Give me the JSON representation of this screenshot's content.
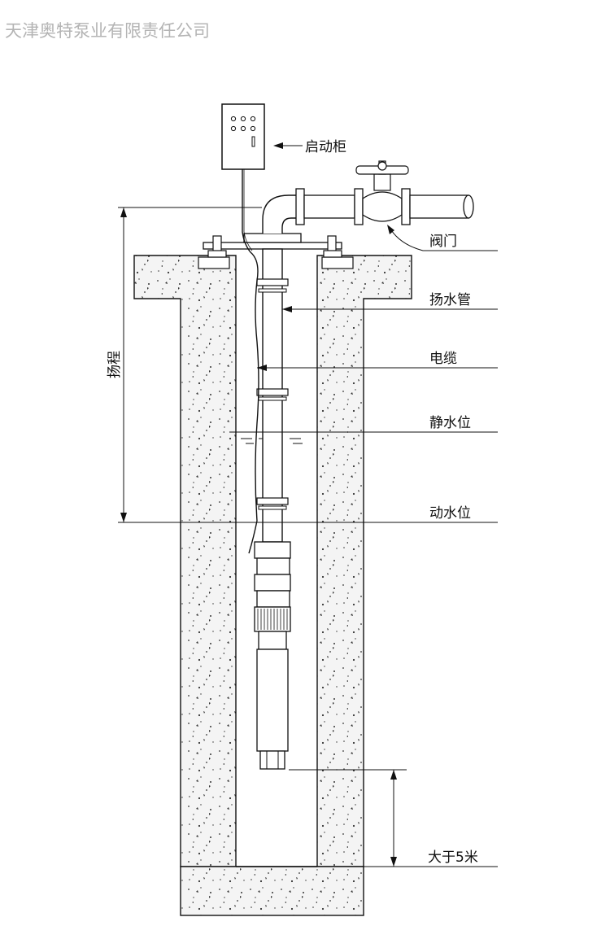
{
  "watermark": "天津奥特泵业有限责任公司",
  "labels": {
    "control_cabinet": "启动柜",
    "valve": "阀门",
    "riser_pipe": "扬水管",
    "cable": "电缆",
    "static_water_level": "静水位",
    "dynamic_water_level": "动水位",
    "lift_head": "扬程",
    "depth_note": "大于5米"
  },
  "colors": {
    "line": "#111111",
    "concrete_fill": "#f2f2f2",
    "speckle": "#333333",
    "watermark": "#b4b4b4"
  }
}
